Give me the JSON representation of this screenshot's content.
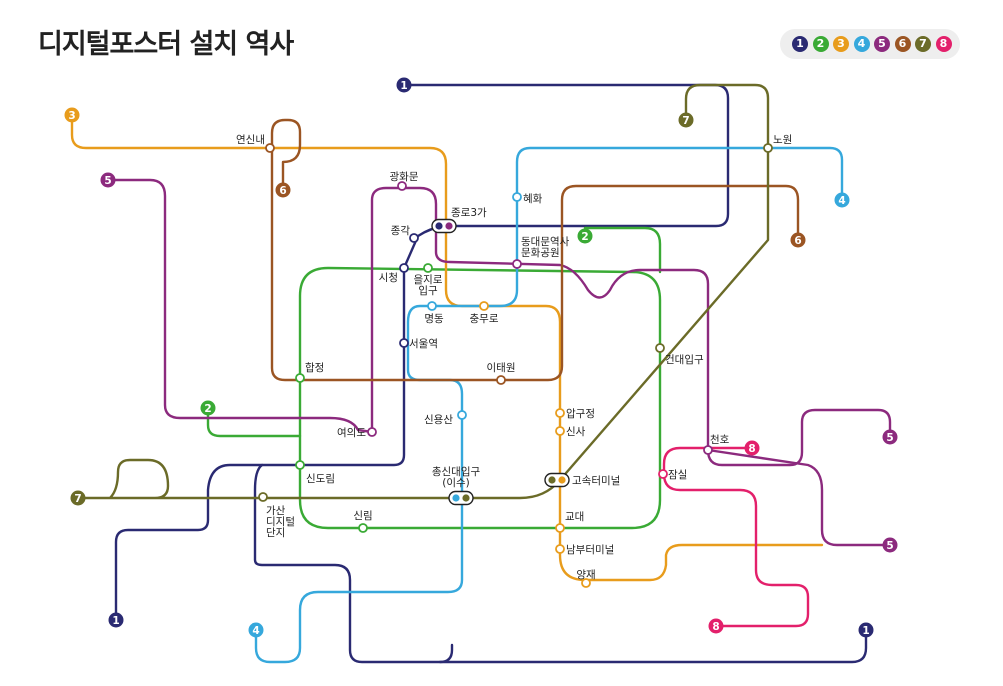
{
  "title": "디지털포스터 설치 역사",
  "line_colors": {
    "1": "#2a2a72",
    "2": "#3aaa35",
    "3": "#e89c1c",
    "4": "#36a8dc",
    "5": "#8c2a7e",
    "6": "#9b5523",
    "7": "#6b6b28",
    "8": "#e3206b"
  },
  "legend": [
    "1",
    "2",
    "3",
    "4",
    "5",
    "6",
    "7",
    "8"
  ],
  "stations": {
    "yeonsinnae": "연신내",
    "gwanghwamun": "광화문",
    "jongno3ga": "종로3가",
    "jonggak": "종각",
    "hyehwa": "혜화",
    "nowon": "노원",
    "ddp": [
      "동대문역사",
      "문화공원"
    ],
    "sicheong": "시청",
    "euljiro": [
      "을지로",
      "입구"
    ],
    "myeongdong": "명동",
    "chungmuro": "충무로",
    "seoulstation": "서울역",
    "hapjeong": "합정",
    "itaewon": "이태원",
    "geondae": "건대입구",
    "sinyongsan": "신용산",
    "apgujeong": "압구정",
    "sinsa": "신사",
    "yeouido": "여의도",
    "cheonho": "천호",
    "sindorim": "신도림",
    "chongshin": [
      "총신대입구",
      "(이수)"
    ],
    "express": "고속터미널",
    "jamsil": "잠실",
    "gasan": [
      "가산",
      "디지털",
      "단지"
    ],
    "sillim": "신림",
    "gyodae": "교대",
    "nambu": "남부터미널",
    "yangjae": "양재"
  }
}
